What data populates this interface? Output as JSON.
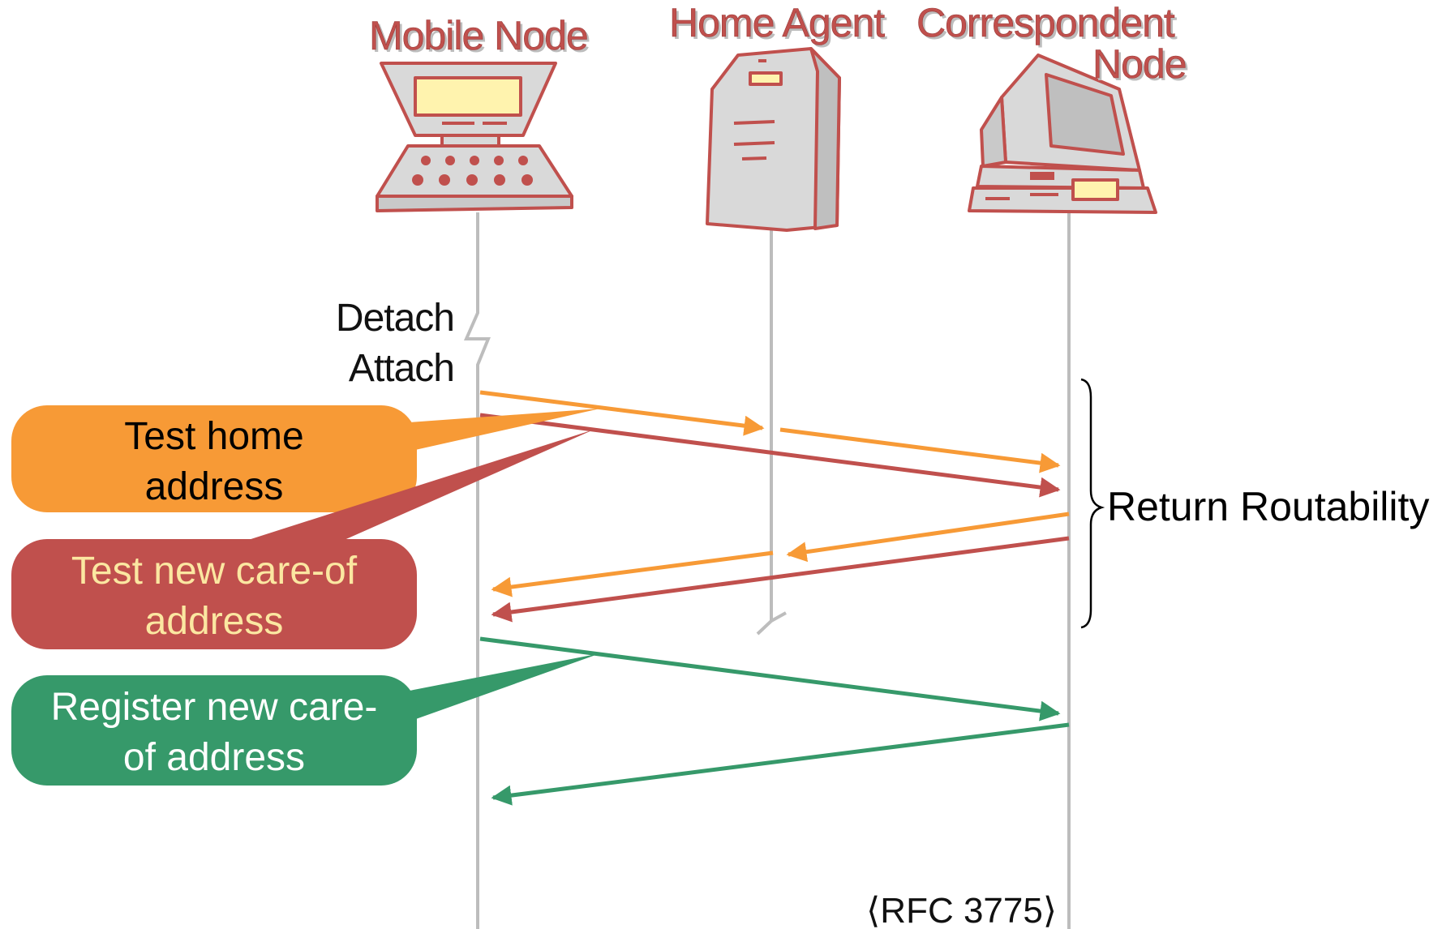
{
  "nodes": {
    "mobile": "Mobile Node",
    "home_agent": "Home Agent",
    "correspondent_line1": "Correspondent",
    "correspondent_line2": "Node"
  },
  "events": {
    "detach": "Detach",
    "attach": "Attach"
  },
  "callouts": {
    "home_test": {
      "line1": "Test home",
      "line2": "address",
      "color": "#f79a36",
      "text_color": "#000000"
    },
    "coa_test": {
      "line1": "Test new care-of",
      "line2": "address",
      "color": "#c0504d",
      "text_color": "#fbe7a1"
    },
    "register": {
      "line1": "Register new care-",
      "line2": "of address",
      "color": "#36996a",
      "text_color": "#ffffff"
    }
  },
  "bracket_label": "Return Routability",
  "reference": "⟨RFC 3775⟩",
  "colors": {
    "orange": "#f79a36",
    "red": "#c0504d",
    "green": "#36996a",
    "lifeline": "#bdbdbd",
    "title": "#c0504d"
  },
  "icons": {
    "mobile": "laptop-icon",
    "home_agent": "server-tower-icon",
    "correspondent": "desktop-computer-icon"
  }
}
